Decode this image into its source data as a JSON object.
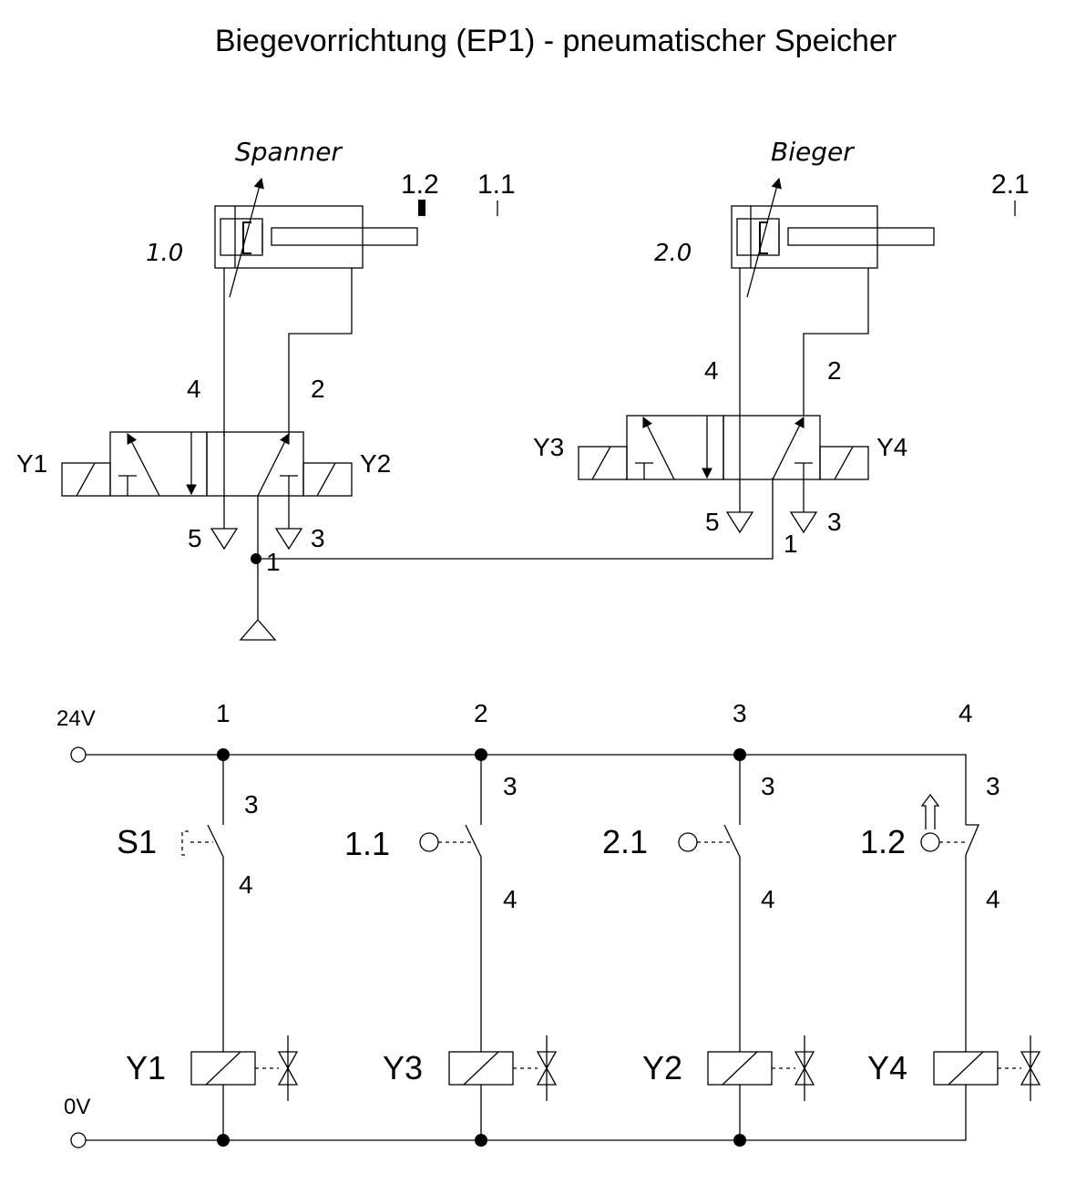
{
  "title": "Biegevorrichtung (EP1) - pneumatischer Speicher",
  "pneumatic": {
    "cylinder_1": {
      "id": "1.0",
      "name": "Spanner"
    },
    "cylinder_2": {
      "id": "2.0",
      "name": "Bieger"
    },
    "sensor_labels": {
      "s12": "1.2",
      "s11": "1.1",
      "s21": "2.1"
    },
    "valve_1": {
      "coil_left": "Y1",
      "coil_right": "Y2",
      "port_4": "4",
      "port_2": "2",
      "port_5": "5",
      "port_3": "3",
      "port_1": "1"
    },
    "valve_2": {
      "coil_left": "Y3",
      "coil_right": "Y4",
      "port_4": "4",
      "port_2": "2",
      "port_5": "5",
      "port_3": "3",
      "port_1": "1"
    }
  },
  "electrical": {
    "supply_top": "24V",
    "supply_bottom": "0V",
    "columns": [
      {
        "number": "1",
        "contact": "S1",
        "terminal_top": "3",
        "terminal_bottom": "4",
        "coil": "Y1"
      },
      {
        "number": "2",
        "contact": "1.1",
        "terminal_top": "3",
        "terminal_bottom": "4",
        "coil": "Y3"
      },
      {
        "number": "3",
        "contact": "2.1",
        "terminal_top": "3",
        "terminal_bottom": "4",
        "coil": "Y2"
      },
      {
        "number": "4",
        "contact": "1.2",
        "terminal_top": "3",
        "terminal_bottom": "4",
        "coil": "Y4"
      }
    ]
  }
}
